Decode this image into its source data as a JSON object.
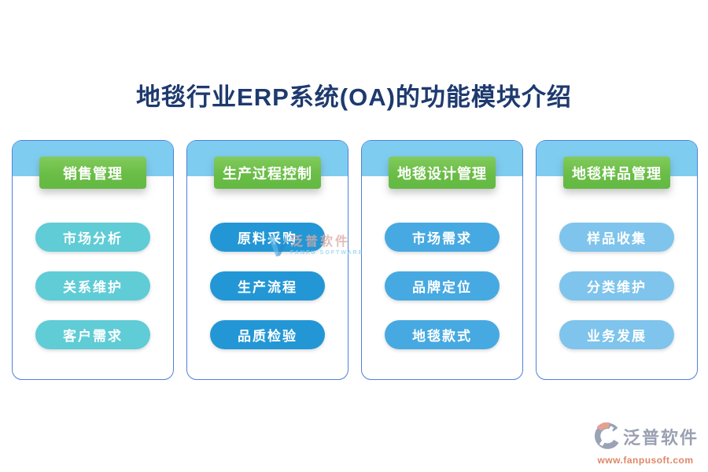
{
  "title": {
    "text": "地毯行业ERP系统(OA)的功能模块介绍",
    "color": "#1e3a6e"
  },
  "colors": {
    "card_border": "#4f80d8",
    "card_top_band": "#7ecdf1",
    "module_header_green": "#6abd46",
    "header_text": "#ffffff",
    "pill_text": "#ffffff"
  },
  "modules": [
    {
      "header": "销售管理",
      "pill_color": "#5fccd6",
      "items": [
        "市场分析",
        "关系维护",
        "客户需求"
      ]
    },
    {
      "header": "生产过程控制",
      "pill_color": "#2397d5",
      "items": [
        "原料采购",
        "生产流程",
        "品质检验"
      ]
    },
    {
      "header": "地毯设计管理",
      "pill_color": "#47a9e1",
      "items": [
        "市场需求",
        "品牌定位",
        "地毯款式"
      ]
    },
    {
      "header": "地毯样品管理",
      "pill_color": "#7ec4ec",
      "items": [
        "样品收集",
        "分类维护",
        "业务发展"
      ]
    }
  ],
  "center_watermark": {
    "brand": "泛普软件",
    "caption": "FANPU SOFTWARE"
  },
  "footer_logo": {
    "brand": "泛普软件",
    "url": "www.fanpusoft.com"
  }
}
